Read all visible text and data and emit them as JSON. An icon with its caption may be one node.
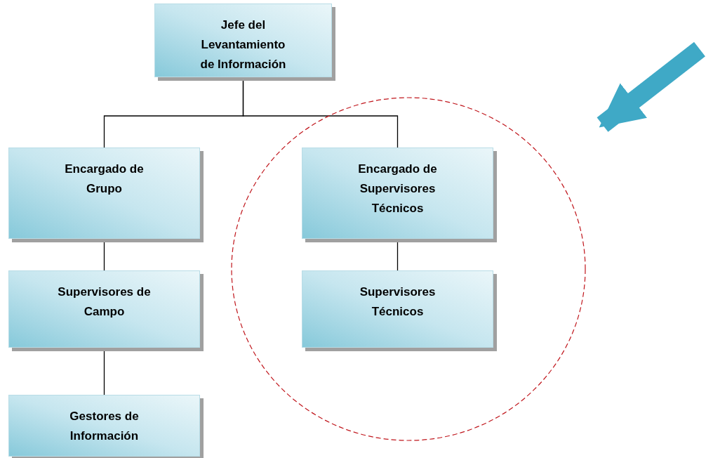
{
  "diagram": {
    "nodes": [
      {
        "text": [
          "Jefe del Levantamiento de Información"
        ]
      },
      {
        "text": [
          "Encargado de Grupo"
        ]
      },
      {
        "text": [],
        "shape": "circle"
      },
      {
        "text": [
          "Encargado de Supervisores Técnicos"
        ],
        "in": 2
      },
      {
        "text": [
          "Supervisores de Campo"
        ]
      },
      {
        "text": [
          "Supervisores Técnicos"
        ],
        "in": 2
      },
      {
        "text": [
          "Gestores de Información"
        ]
      }
    ],
    "edges": [
      {
        "from": 0,
        "to": 1,
        "arrow": "none"
      },
      {
        "from": 0,
        "to": 3,
        "arrow": "none"
      },
      {
        "from": 1,
        "to": 4,
        "arrow": "none"
      },
      {
        "from": 4,
        "to": 6,
        "arrow": "none"
      },
      {
        "from": 3,
        "to": 5,
        "arrow": "none"
      },
      {
        "from": null,
        "to": 2,
        "arrow": "to",
        "style": "thick",
        "color": "#3fa9c6"
      }
    ]
  }
}
